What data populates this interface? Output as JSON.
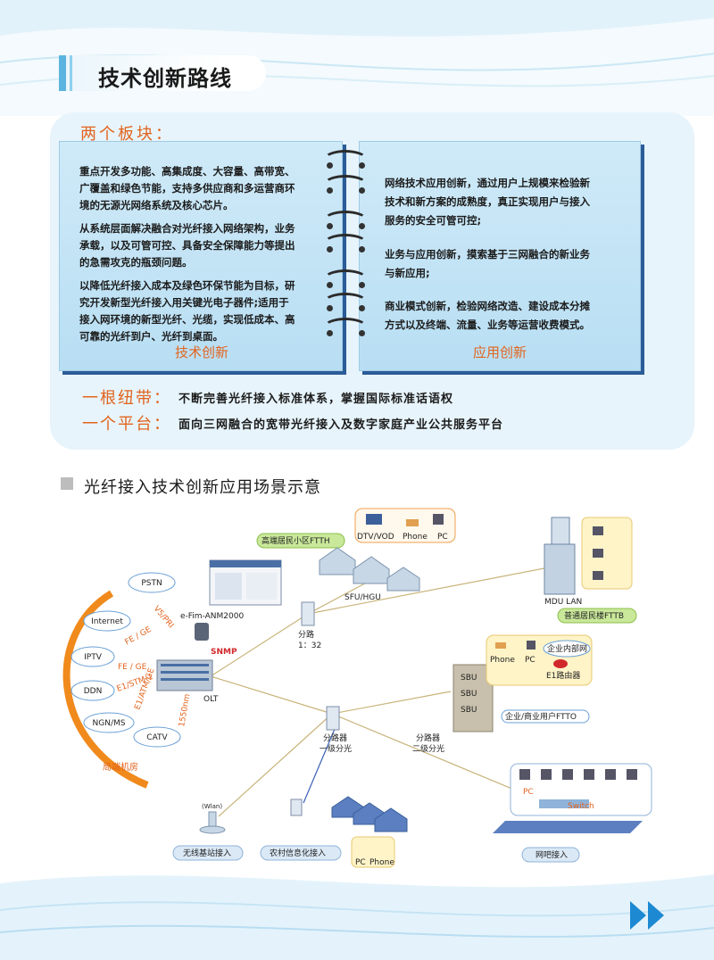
{
  "header": {
    "title": "技术创新路线"
  },
  "panel": {
    "label": "两个板块：",
    "left": {
      "paragraphs": [
        [
          "重点开发多功能、高集成度、大容量、高带宽、",
          "广覆盖和绿色节能，支持多供应商和多运营商环",
          "境的无源光网络系统及核心芯片。"
        ],
        [
          "从系统层面解决融合对光纤接入网络架构，业务",
          "承载，以及可管可控、具备安全保障能力等提出",
          "的急需攻克的瓶颈问题。"
        ],
        [
          "以降低光纤接入成本及绿色环保节能为目标，研",
          "究开发新型光纤接入用关键光电子器件;适用于",
          "接入网环境的新型光纤、光缆，实现低成本、高",
          "可靠的光纤到户、光纤到桌面。"
        ]
      ],
      "footer": "技术创新"
    },
    "right": {
      "paragraphs": [
        [
          "网络技术应用创新，通过用户上规模来检验新",
          "技术和新方案的成熟度，真正实现用户与接入",
          "服务的安全可管可控;"
        ],
        [
          "业务与应用创新，摸索基于三网融合的新业务",
          "与新应用;"
        ],
        [
          "商业模式创新，检验网络改造、建设成本分摊",
          "方式以及终端、流量、业务等运营收费模式。"
        ]
      ],
      "footer": "应用创新"
    },
    "hub": {
      "label": "一根纽带：",
      "text": "不断完善光纤接入标准体系，掌握国际标准话语权"
    },
    "platform": {
      "label": "一个平台：",
      "text": "面向三网融合的宽带光纤接入及数字家庭产业公共服务平台"
    }
  },
  "scene": {
    "title": "光纤接入技术创新应用场景示意",
    "central_office": {
      "services": [
        "PSTN",
        "Internet",
        "IPTV",
        "DDN",
        "NGN/MS",
        "CATV"
      ],
      "interfaces": [
        "V5/PRI",
        "FE / GE",
        "FE / GE",
        "E1/STM-1",
        "E1/ATM/GE",
        "1550nm"
      ],
      "label": "局端机房",
      "olt": "OLT",
      "nms": "e-Fim-ANM2000",
      "snmp": "SNMP"
    },
    "splitter1": {
      "label1": "分路",
      "label2": "1：32"
    },
    "splitter2": {
      "label1": "分路器",
      "label2": "一级分光"
    },
    "splitter3": {
      "label1": "分路器",
      "label2": "二级分光"
    },
    "ftth": {
      "label": "高端居民小区FTTH",
      "devices": [
        "DTV/VOD",
        "Phone",
        "PC"
      ],
      "sfu": "SFU/HGU"
    },
    "fttb": {
      "mdu": "MDU LAN",
      "label": "普通居民楼FTTB"
    },
    "ftto": {
      "sbu": [
        "SBU",
        "SBU",
        "SBU"
      ],
      "devices": [
        "Phone",
        "PC"
      ],
      "intranet": "企业内部网",
      "router": "E1路由器",
      "label": "企业/商业用户FTTO"
    },
    "wireless": {
      "wlan": "(Wlan)",
      "label": "无线基站接入"
    },
    "rural": {
      "label": "农村信息化接入",
      "devices": [
        "PC",
        "Phone"
      ]
    },
    "netbar": {
      "label": "网吧接入",
      "pc": "PC",
      "switch": "Switch"
    }
  }
}
